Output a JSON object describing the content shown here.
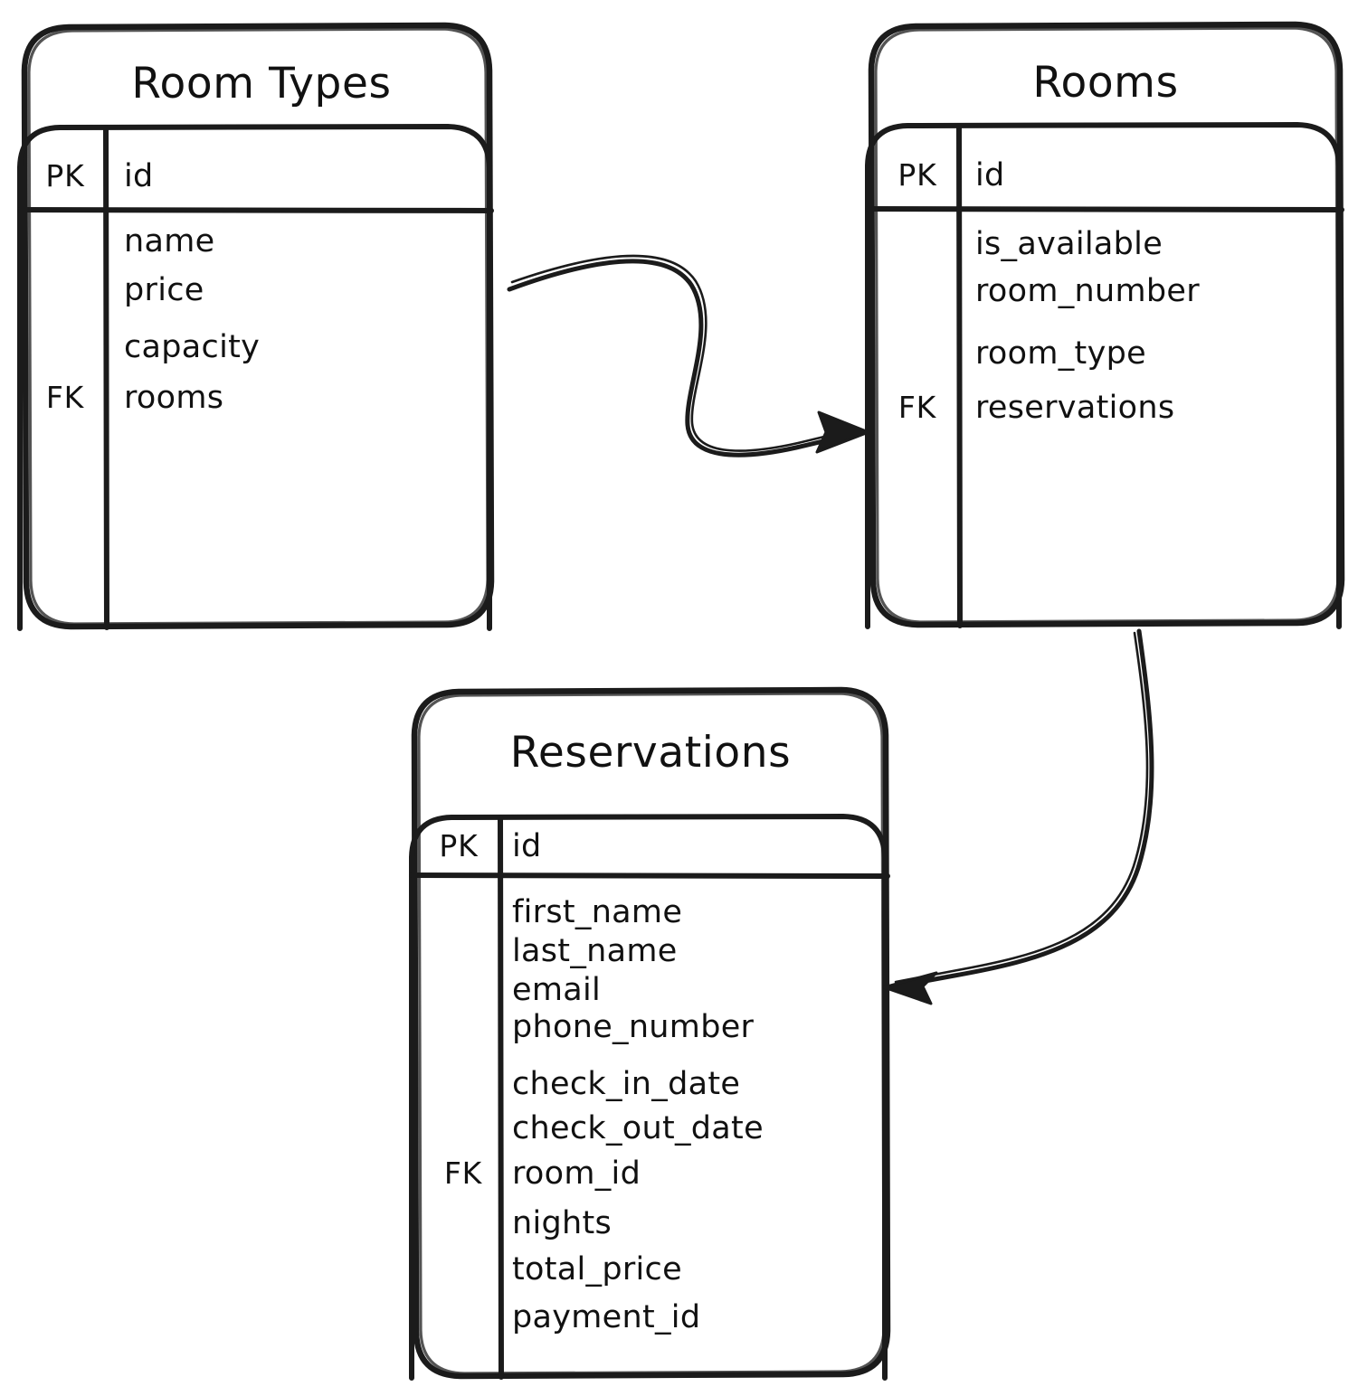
{
  "diagram": {
    "type": "entity-relationship-diagram",
    "style": "hand-drawn-sketch",
    "background_color": "#ffffff",
    "stroke_color": "#1b1b1b",
    "entities": [
      {
        "id": "room-types",
        "title": "Room Types",
        "primary_key_label": "PK",
        "foreign_key_label": "FK",
        "primary_key_field": "id",
        "fields": [
          "name",
          "price",
          "capacity",
          "rooms"
        ],
        "foreign_key_field": "rooms"
      },
      {
        "id": "rooms",
        "title": "Rooms",
        "primary_key_label": "PK",
        "foreign_key_label": "FK",
        "primary_key_field": "id",
        "fields": [
          "is_available",
          "room_number",
          "room_type",
          "reservations"
        ],
        "foreign_key_field": "reservations"
      },
      {
        "id": "reservations",
        "title": "Reservations",
        "primary_key_label": "PK",
        "foreign_key_label": "FK",
        "primary_key_field": "id",
        "fields": [
          "first_name",
          "last_name",
          "email",
          "phone_number",
          "check_in_date",
          "check_out_date",
          "room_id",
          "nights",
          "total_price",
          "payment_id"
        ],
        "foreign_key_field": "room_id"
      }
    ],
    "relationships": [
      {
        "id": "rel-roomtypes-rooms",
        "from": "room-types",
        "to": "rooms",
        "arrow": "single-headed"
      },
      {
        "id": "rel-rooms-reservations",
        "from": "rooms",
        "to": "reservations",
        "arrow": "single-headed"
      }
    ]
  }
}
